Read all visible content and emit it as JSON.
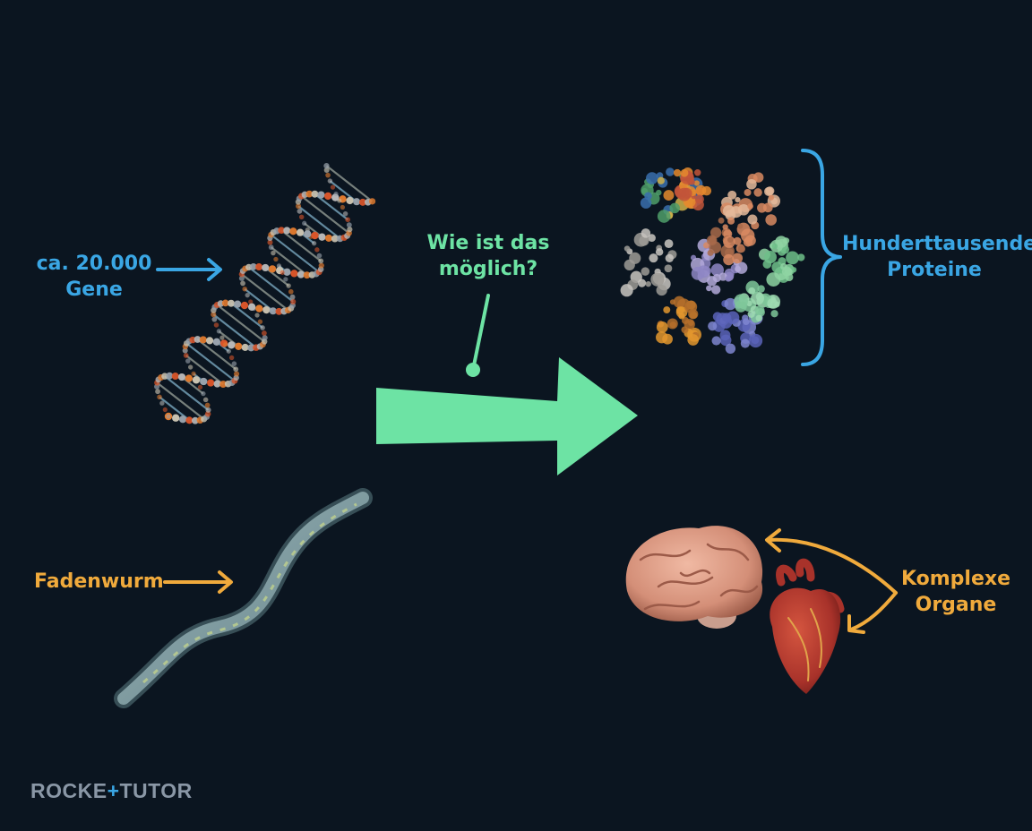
{
  "labels": {
    "genes": [
      "ca. 20.000",
      "Gene"
    ],
    "question": [
      "Wie ist das",
      "möglich?"
    ],
    "proteins": [
      "Hunderttausende",
      "Proteine"
    ],
    "worm": "Fadenwurm",
    "organs": [
      "Komplexe",
      "Organe"
    ]
  },
  "logo": {
    "left": "ROCKE",
    "mark": "+",
    "right": "TUTOR"
  },
  "colors": {
    "background": "#0b1520",
    "blue": "#3aa6e4",
    "green": "#6de3a4",
    "orange": "#f0aa3c",
    "logo_gray": "#8a97a6"
  },
  "icons": [
    "dna-double-helix-icon",
    "protein-cluster-icon",
    "nematode-worm-icon",
    "brain-icon",
    "heart-icon",
    "curly-brace-icon"
  ]
}
